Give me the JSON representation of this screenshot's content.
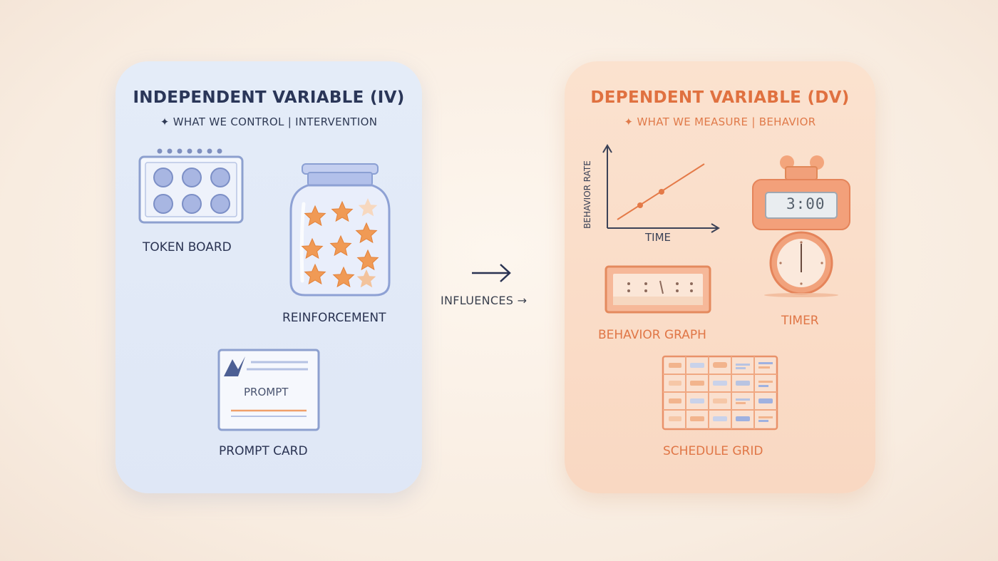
{
  "iv": {
    "title": "INDEPENDENT VARIABLE (IV)",
    "subtitle": "✦ WHAT WE CONTROL | INTERVENTION",
    "items": {
      "token_board": "TOKEN BOARD",
      "reinforcement": "REINFORCEMENT",
      "prompt_card": "PROMPT CARD",
      "prompt_card_text": "PROMPT"
    }
  },
  "connector": {
    "label": "INFLUENCES →"
  },
  "dv": {
    "title": "DEPENDENT VARIABLE (DV)",
    "subtitle": "✦ WHAT WE MEASURE | BEHAVIOR",
    "items": {
      "graph_y_axis": "BEHAVIOR RATE",
      "graph_x_axis": "TIME",
      "timer_display": "3:00",
      "behavior_graph": "BEHAVIOR GRAPH",
      "timer": "TIMER",
      "schedule_grid": "SCHEDULE GRID"
    }
  },
  "colors": {
    "iv_accent": "#2a3658",
    "dv_accent": "#e07140",
    "star": "#f09a55",
    "blue_line": "#7f95c8"
  }
}
